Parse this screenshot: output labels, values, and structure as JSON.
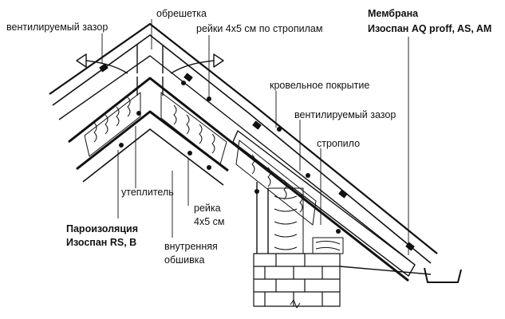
{
  "labels": {
    "ventilated_gap_top": "вентилируемый зазор",
    "battens": "обрешетка",
    "rails_along_rafters": "рейки 4х5 см по стропилам",
    "membrane_title": "Мембрана",
    "membrane_brands": "Изоспан AQ proff, AS, AM",
    "roof_covering": "кровельное покрытие",
    "ventilated_gap_right": "вентилируемый зазор",
    "rafter": "стропило",
    "insulation": "утеплитель",
    "rail_line1": "рейка",
    "rail_line2": "4х5 см",
    "vapor_barrier_title": "Пароизоляция",
    "vapor_barrier_brands": "Изоспан RS, B",
    "inner_lining_line1": "внутренняя",
    "inner_lining_line2": "обшивка"
  },
  "colors": {
    "ink": "#111111",
    "background": "#ffffff"
  }
}
